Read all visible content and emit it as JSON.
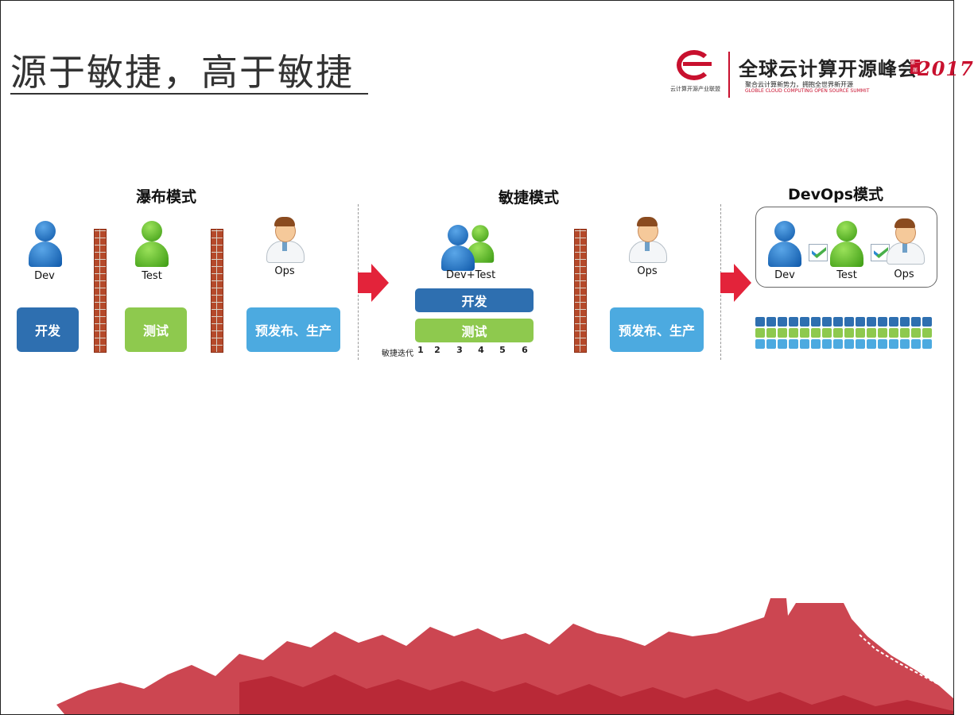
{
  "slide": {
    "title": "源于敏捷，高于敏捷",
    "logo": {
      "small_text": "云计算开源产业联盟",
      "summit_text": "全球云计算开源峰会",
      "year": "2017",
      "badge": "第一届",
      "subtitle_cn": "聚合云计算新势力，拥抱全世界新开源",
      "subtitle_en": "GLOBLE CLOUD COMPUTING OPEN SOURCE SUMMIT"
    }
  },
  "waterfall": {
    "title": "瀑布模式",
    "dev_label": "Dev",
    "test_label": "Test",
    "ops_label": "Ops",
    "box_dev": "开发",
    "box_test": "测试",
    "box_ops": "预发布、生产"
  },
  "agile": {
    "title": "敏捷模式",
    "devtest_label": "Dev+Test",
    "ops_label": "Ops",
    "bar_dev": "开发",
    "bar_test": "测试",
    "box_ops": "预发布、生产",
    "iteration_label": "敏捷迭代",
    "iterations": [
      "1",
      "2",
      "3",
      "4",
      "5",
      "6"
    ]
  },
  "devops": {
    "title": "DevOps模式",
    "dev_label": "Dev",
    "test_label": "Test",
    "ops_label": "Ops"
  },
  "colors": {
    "dark_blue": "#2e6fb0",
    "green": "#8ec94e",
    "light_blue": "#4caae0",
    "arrow_red": "#e3233a",
    "brand_red": "#c8102e"
  },
  "icons": [
    "person-blue-icon",
    "person-green-icon",
    "doctor-icon",
    "brick-wall-icon",
    "checkmark-icon",
    "right-arrow-icon"
  ]
}
